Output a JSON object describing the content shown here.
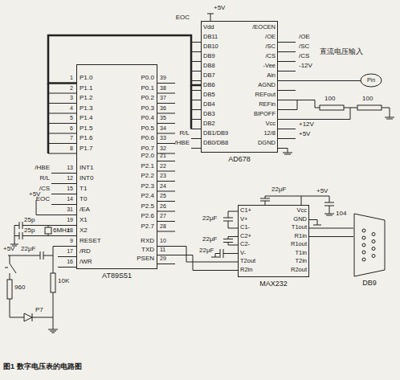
{
  "diagram": {
    "caption": "图1 数字电压表的电路图",
    "nodes": [
      {
        "text": [
          "AT89S51"
        ]
      },
      {
        "text": [
          "AD678"
        ]
      },
      {
        "text": [
          "MAX232"
        ]
      },
      {
        "text": [
          "DB9"
        ]
      }
    ],
    "edges": [
      {
        "from": 0,
        "to": 1,
        "arrow": "none"
      },
      {
        "from": 0,
        "to": 2,
        "arrow": "none"
      },
      {
        "from": 2,
        "to": 3,
        "arrow": "none"
      }
    ],
    "labels": [
      "P1.0",
      "P1.1",
      "P1.2",
      "P1.3",
      "P1.4",
      "P1.5",
      "P1.6",
      "P1.7",
      "1",
      "2",
      "3",
      "4",
      "5",
      "6",
      "7",
      "8",
      "INT1",
      "INT0",
      "T1",
      "T0",
      "/EA",
      "X1",
      "X2",
      "RESET",
      "/RD",
      "/WR",
      "13",
      "12",
      "15",
      "14",
      "31",
      "19",
      "18",
      "9",
      "17",
      "16",
      "/HBE",
      "R/L",
      "/CS",
      "EOC",
      "P0.0",
      "P0.1",
      "P0.2",
      "P0.3",
      "P0.4",
      "P0.5",
      "P0.6",
      "P0.7",
      "39",
      "38",
      "37",
      "36",
      "35",
      "34",
      "33",
      "32",
      "P2.0",
      "P2.1",
      "P2.2",
      "P2.3",
      "P2.4",
      "P2.5",
      "P2.6",
      "P2.7",
      "21",
      "22",
      "23",
      "24",
      "25",
      "26",
      "27",
      "28",
      "RXD",
      "TXD",
      "PSEN",
      "10",
      "11",
      "29",
      "+5V",
      "25p",
      "25p",
      "6MHz",
      "+5V",
      "22μF",
      "960",
      "10K",
      "P7",
      "Vdd",
      "DB11",
      "DB10",
      "DB9",
      "DB8",
      "DB7",
      "DB6",
      "DB5",
      "DB4",
      "DB3",
      "DB2",
      "DB1/DB9",
      "DB0/DB8",
      "/EOCEN",
      "/OE",
      "/SC",
      "/CS",
      "-Vee",
      "Ain",
      "AGND",
      "REFout",
      "REFin",
      "BIPOFF",
      "Vcc",
      "12/8",
      "DGND",
      "+5V",
      "EOC",
      "R/L",
      "/HBE",
      "/OE",
      "/SC",
      "/CS",
      "-12V",
      "直流电压输入",
      "Pin",
      "100",
      "100",
      "+12V",
      "+5V",
      "C1+",
      "V+",
      "C1-",
      "C2+",
      "C2-",
      "V-",
      "T2out",
      "R2in",
      "Vcc",
      "GND",
      "T1out",
      "R1in",
      "R1out",
      "T1in",
      "T2in",
      "R2out",
      "22μF",
      "+5V",
      "104",
      "22μF",
      "22μF",
      "22μF"
    ]
  }
}
